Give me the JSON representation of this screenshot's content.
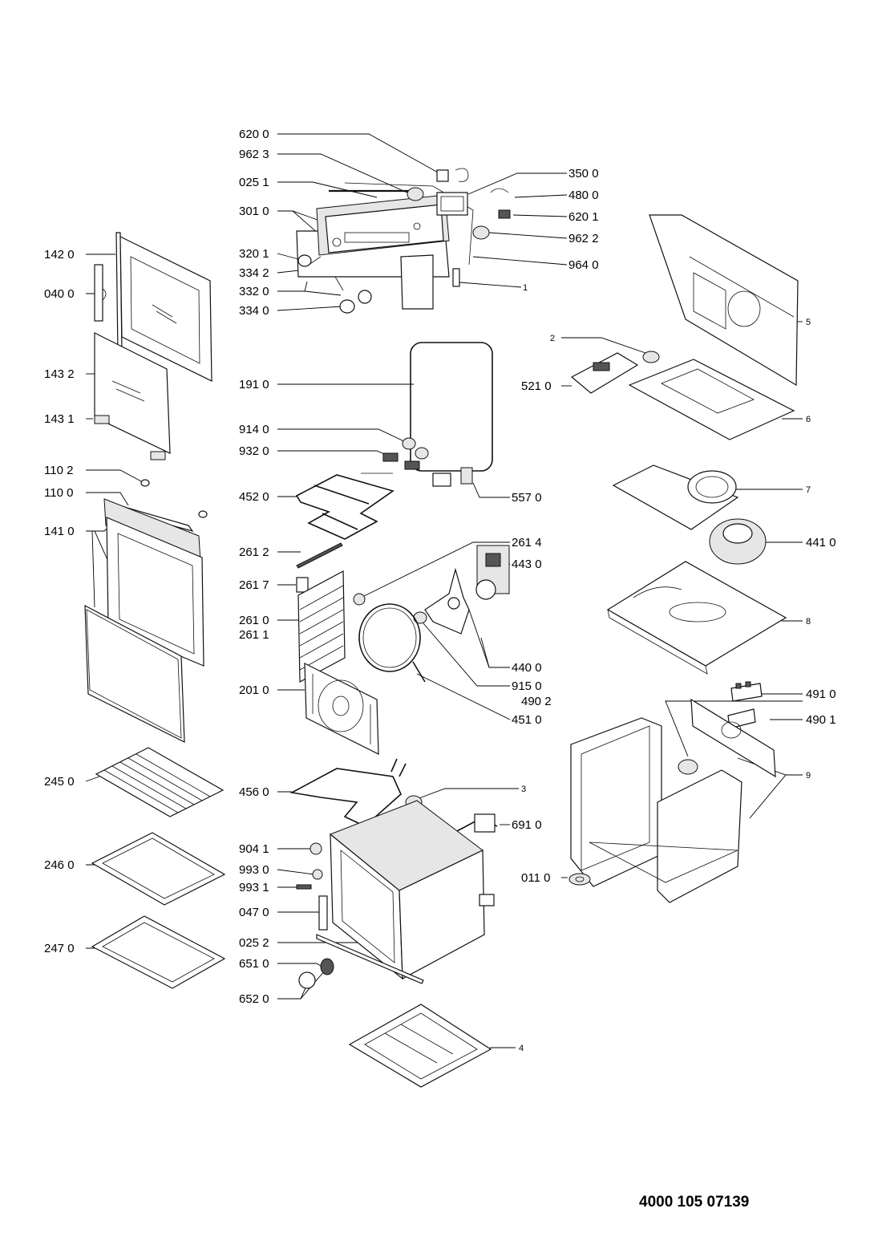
{
  "document_number": "4000 105 07139",
  "labels": [
    "620 0",
    "962 3",
    "025 1",
    "301 0",
    "320 1",
    "334 2",
    "332 0",
    "334 0",
    "350 0",
    "480 0",
    "620 1",
    "962 2",
    "964 0",
    "1",
    "142 0",
    "040 0",
    "143 2",
    "143 1",
    "110 2",
    "110 0",
    "141 0",
    "245 0",
    "246 0",
    "247 0",
    "191 0",
    "914 0",
    "932 0",
    "452 0",
    "557 0",
    "261 2",
    "261 7",
    "261 0",
    "261 1",
    "261 4",
    "443 0",
    "440 0",
    "915 0",
    "201 0",
    "451 0",
    "456 0",
    "3",
    "691 0",
    "904 1",
    "993 0",
    "993 1",
    "047 0",
    "025 2",
    "651 0",
    "652 0",
    "4",
    "5",
    "2",
    "521 0",
    "6",
    "7",
    "441 0",
    "8",
    "491 0",
    "490 2",
    "490 1",
    "9",
    "011 0"
  ]
}
